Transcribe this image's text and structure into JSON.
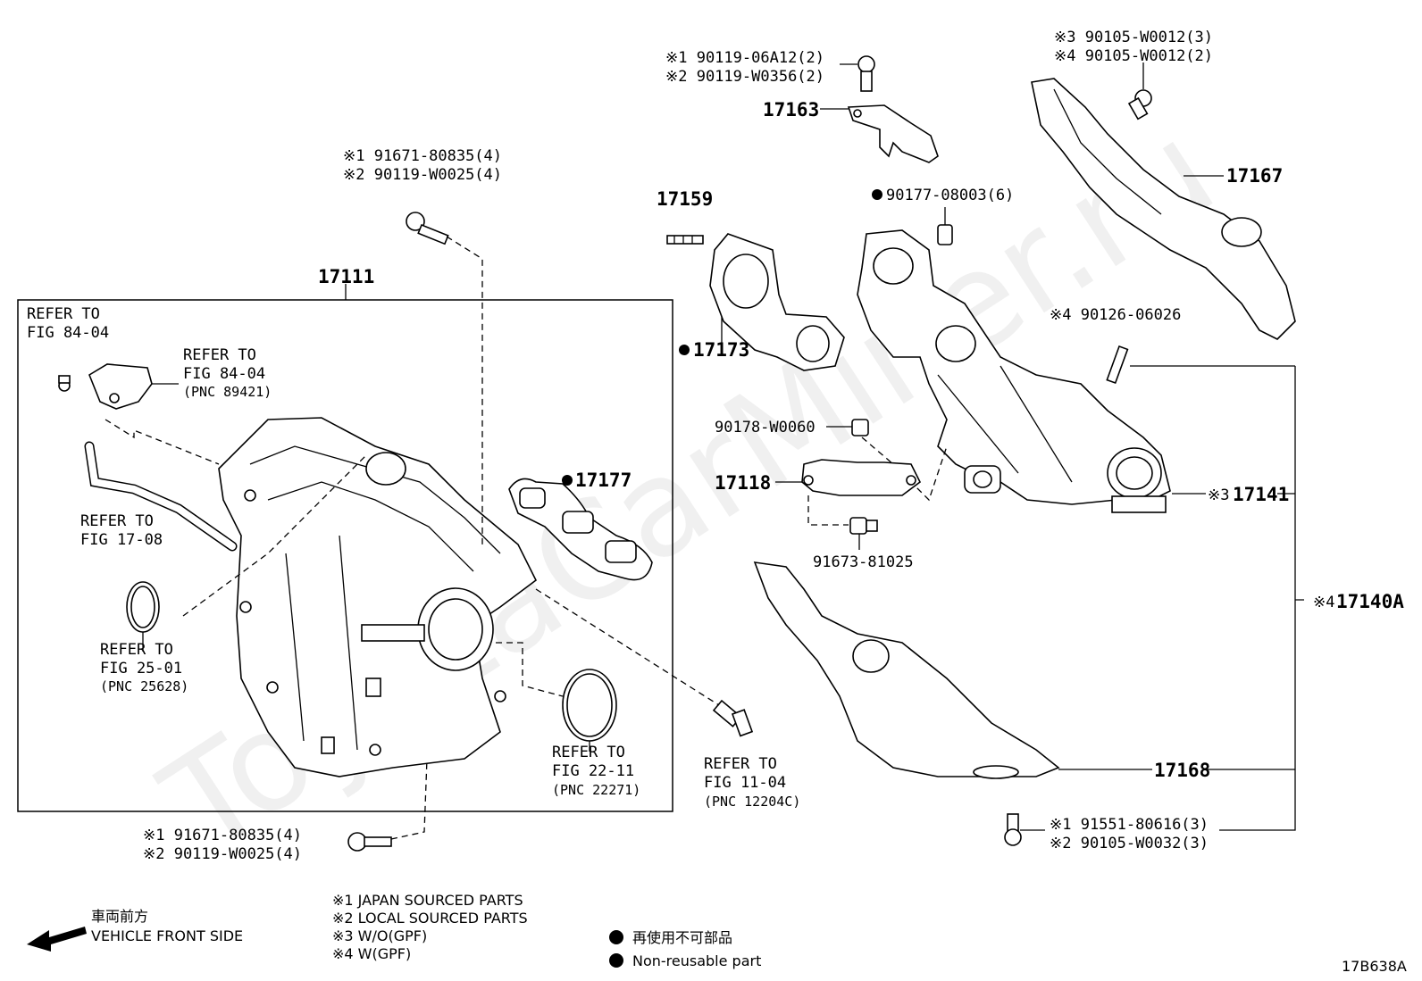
{
  "watermark": "ToyotaCarMiner.ru",
  "figure_code": "17B638A",
  "parts": {
    "p17111": "17111",
    "p17159": "17159",
    "p17163": "17163",
    "p17167": "17167",
    "p17173": "17173",
    "p17177": "17177",
    "p17118": "17118",
    "p17141": "17141",
    "p17140A": "17140A",
    "p17168": "17168"
  },
  "fasteners": {
    "top_bolt_a": "※1 91671-80835(4)",
    "top_bolt_b": "※2 90119-W0025(4)",
    "bracket_bolt_a": "※1 90119-06A12(2)",
    "bracket_bolt_b": "※2 90119-W0356(2)",
    "shield_bolt_a": "※3 90105-W0012(3)",
    "shield_bolt_b": "※4 90105-W0012(2)",
    "nut_6": "90177-08003(6)",
    "stud": "※4 90126-06026",
    "nut_w0060": "90178-W0060",
    "bolt_81025": "91673-81025",
    "low_shield_bolt_a": "※1 91551-80616(3)",
    "low_shield_bolt_b": "※2 90105-W0032(3)",
    "bottom_bolt_a": "※1 91671-80835(4)",
    "bottom_bolt_b": "※2 90119-W0025(4)",
    "mark_141": "※3",
    "mark_140A": "※4"
  },
  "references": {
    "r1_l1": "REFER TO",
    "r1_l2": "FIG 84-04",
    "r2_l1": "REFER TO",
    "r2_l2": "FIG 84-04",
    "r2_l3": "(PNC 89421)",
    "r3_l1": "REFER TO",
    "r3_l2": "FIG 17-08",
    "r4_l1": "REFER TO",
    "r4_l2": "FIG 25-01",
    "r4_l3": "(PNC 25628)",
    "r5_l1": "REFER TO",
    "r5_l2": "FIG 22-11",
    "r5_l3": "(PNC 22271)",
    "r6_l1": "REFER TO",
    "r6_l2": "FIG 11-04",
    "r6_l3": "(PNC 12204C)"
  },
  "legend": {
    "front_jp": "車両前方",
    "front_en": "VEHICLE FRONT SIDE",
    "note1": "※1  JAPAN SOURCED PARTS",
    "note2": "※2  LOCAL SOURCED PARTS",
    "note3": "※3  W/O(GPF)",
    "note4": "※4  W(GPF)",
    "nonreuse_jp": "再使用不可部品",
    "nonreuse_en": "Non-reusable part"
  }
}
